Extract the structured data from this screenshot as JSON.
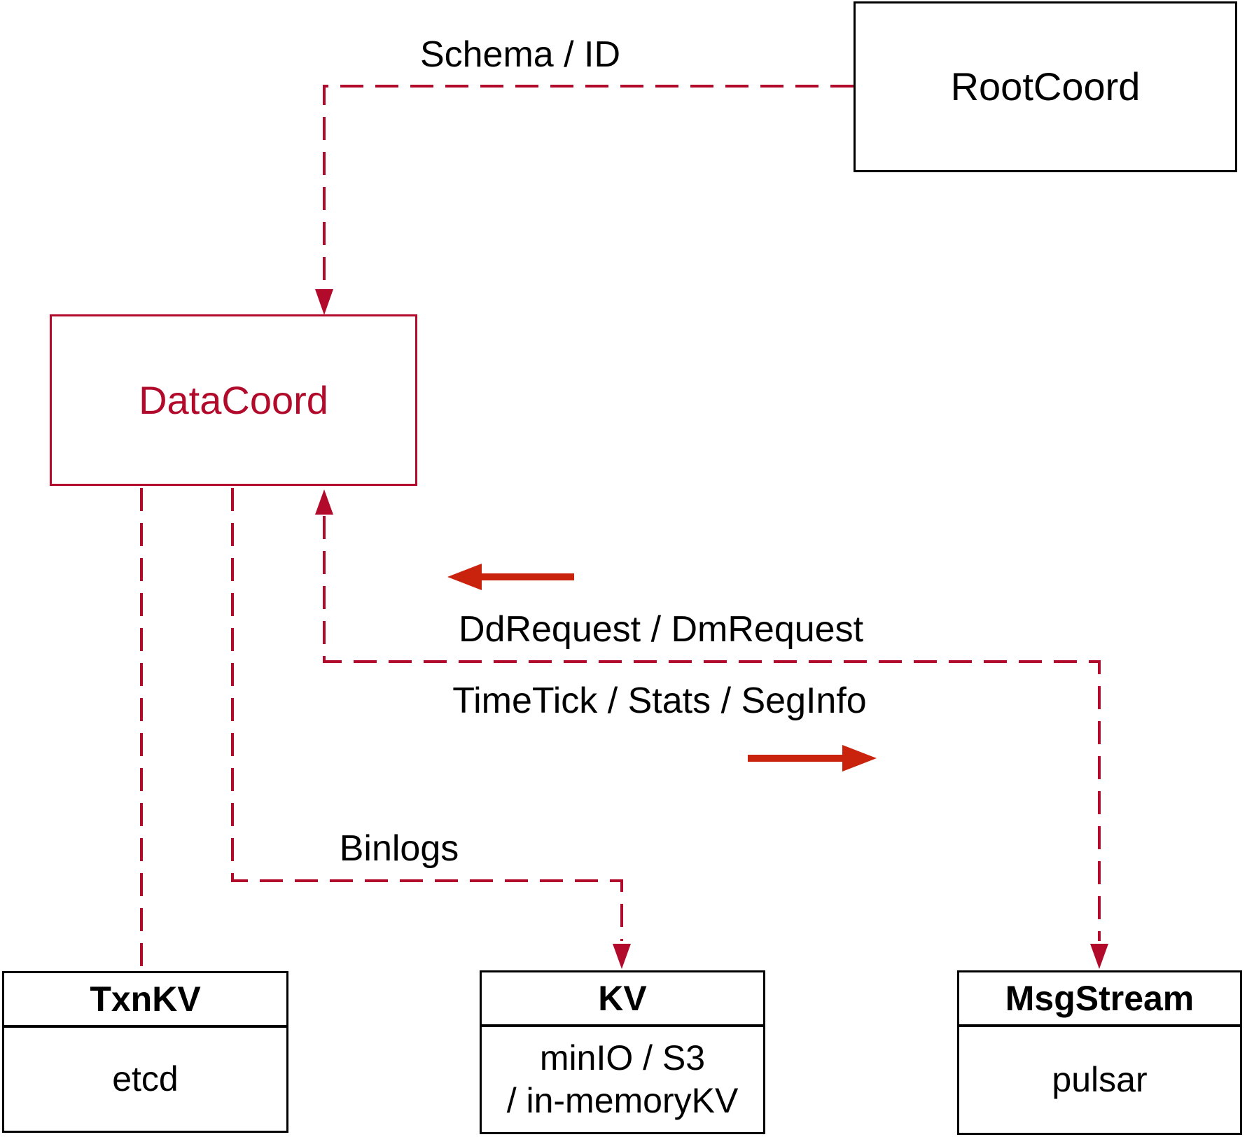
{
  "title": "DataCoord interaction diagram",
  "colors": {
    "crimson": "#b20a2b",
    "arrow_red": "#c9220d",
    "ink": "#000000",
    "background": "#ffffff"
  },
  "nodes": {
    "rootcoord": {
      "label": "RootCoord"
    },
    "datacoord": {
      "label": "DataCoord"
    },
    "txnkv": {
      "title": "TxnKV",
      "body": "etcd"
    },
    "kv": {
      "title": "KV",
      "body_line1": "minIO / S3",
      "body_line2": "/ in-memoryKV"
    },
    "msgstream": {
      "title": "MsgStream",
      "body": "pulsar"
    }
  },
  "edge_labels": {
    "schema_id": "Schema / ID",
    "dd_request": "DdRequest / DmRequest",
    "time_tick": "TimeTick / Stats / SegInfo",
    "binlogs": "Binlogs"
  }
}
